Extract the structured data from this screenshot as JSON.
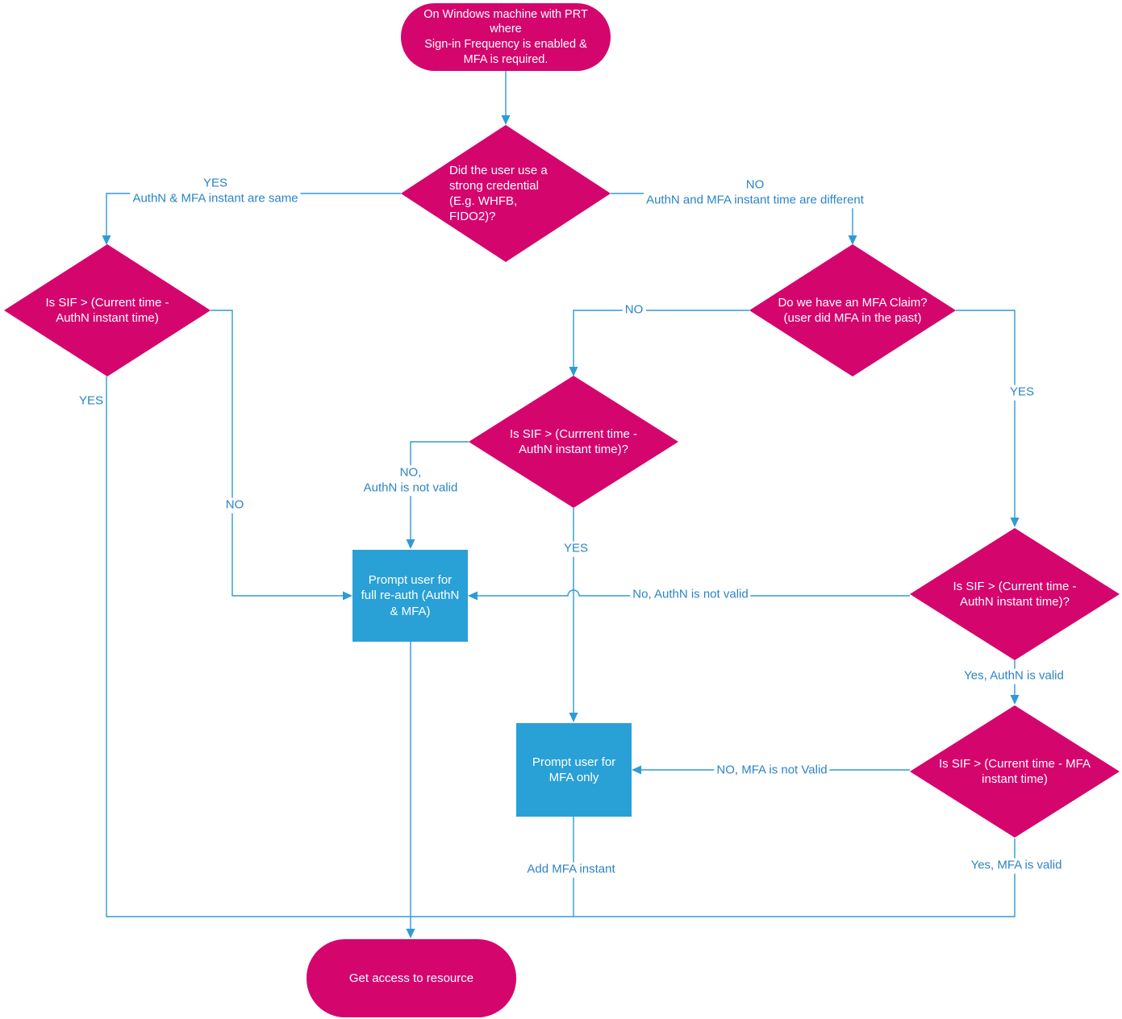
{
  "colors": {
    "node_pink": "#D5056E",
    "node_blue": "#29A0D6",
    "connector": "#2E9BD6",
    "arrow": "#2E9BD6",
    "label_text": "#2B84C5"
  },
  "nodes": {
    "start": "On Windows machine with PRT\nwhere\nSign-in Frequency is enabled &\nMFA is required.",
    "strong_credential": "Did the user use a\nstrong credential\n(E.g. WHFB,\nFIDO2)?",
    "sif_left": "Is SIF > (Current time -\nAuthN instant time)",
    "mfa_claim": "Do we have an MFA Claim?\n(user did MFA in the past)",
    "sif_mid": "Is SIF > (Currrent time -\nAuthN instant time)?",
    "full_reauth": "Prompt user for\nfull re-auth (AuthN\n& MFA)",
    "sif_right": "Is SIF > (Current time -\nAuthN instant time)?",
    "mfa_only": "Prompt user for\nMFA only",
    "sif_mfa": "Is SIF > (Current time - MFA\ninstant time)",
    "end": "Get access to resource"
  },
  "edge_labels": {
    "yes_same": "YES\nAuthN & MFA instant are same",
    "no_different": "NO\nAuthN and MFA instant time are different",
    "yes_left": "YES",
    "no_left": "NO",
    "no_claim": "NO",
    "yes_claim": "YES",
    "no_authn_invalid_mid": "NO,\nAuthN is not valid",
    "yes_mid": "YES",
    "no_authn_invalid_right": "No, AuthN is not valid",
    "yes_authn_valid": "Yes, AuthN is valid",
    "no_mfa_invalid": "NO, MFA is not Valid",
    "yes_mfa_valid": "Yes, MFA is valid",
    "add_mfa_instant": "Add MFA instant"
  }
}
